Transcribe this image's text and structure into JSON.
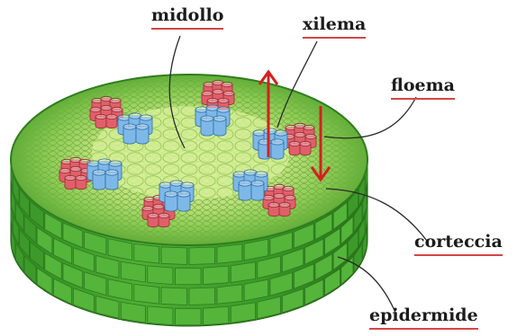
{
  "labels": {
    "pith": "midollo",
    "xylem": "xilema",
    "phloem": "floema",
    "cortex": "corteccia",
    "epidermis": "epidermide"
  },
  "colors": {
    "epidermis": "#3f9a2a",
    "epidermis_dark": "#2b7a1e",
    "cortex": "#7cc24a",
    "pith": "#cfe88f",
    "xylem": "#7db8e8",
    "phloem": "#e0606a",
    "arrow": "#d42020",
    "underline": "#d64545"
  }
}
